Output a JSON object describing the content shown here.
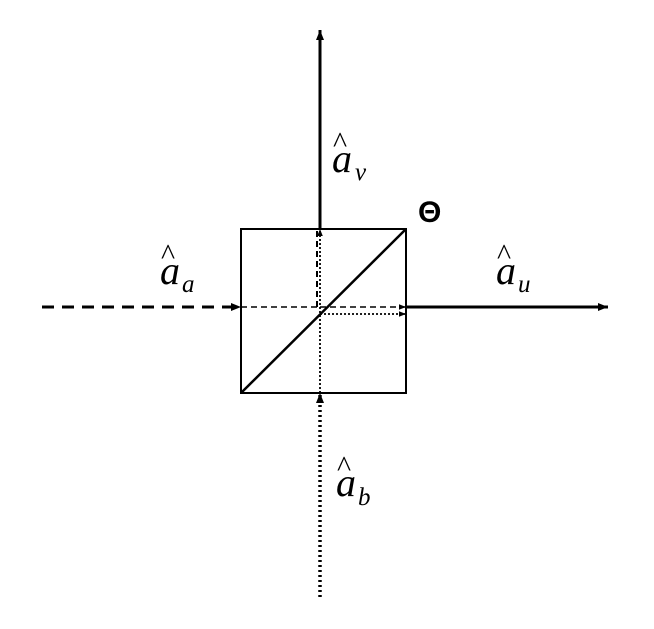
{
  "labels": {
    "output_v": {
      "symbol": "a",
      "hat": "^",
      "subscript": "v"
    },
    "input_a": {
      "symbol": "a",
      "hat": "^",
      "subscript": "a"
    },
    "output_u": {
      "symbol": "a",
      "hat": "^",
      "subscript": "u"
    },
    "input_b": {
      "symbol": "a",
      "hat": "^",
      "subscript": "b"
    },
    "angle": "Θ"
  }
}
